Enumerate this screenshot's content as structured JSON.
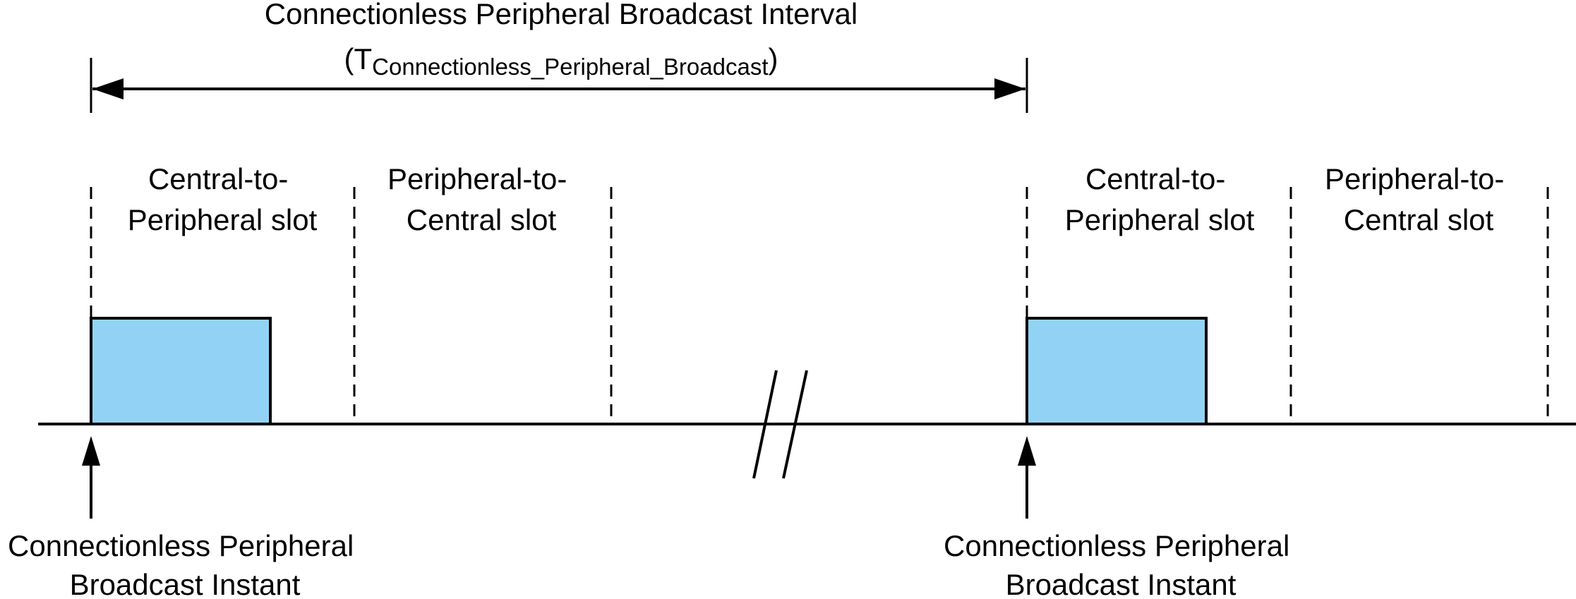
{
  "interval": {
    "title": "Connectionless Peripheral Broadcast Interval",
    "symbol_open": "(T",
    "symbol_subscript": "Connectionless_Peripheral_Broadcast",
    "symbol_close": ")"
  },
  "frames": [
    {
      "central_slot": [
        "Central-to-",
        "Peripheral slot"
      ],
      "peripheral_slot": [
        "Peripheral-to-",
        "Central slot"
      ],
      "instant": [
        "Connectionless Peripheral",
        "Broadcast Instant"
      ]
    },
    {
      "central_slot": [
        "Central-to-",
        "Peripheral slot"
      ],
      "peripheral_slot": [
        "Peripheral-to-",
        "Central slot"
      ],
      "instant": [
        "Connectionless Peripheral",
        "Broadcast Instant"
      ]
    }
  ],
  "colors": {
    "packet_fill": "#92D3F5",
    "stroke": "#000000",
    "background": "#FFFFFF"
  }
}
